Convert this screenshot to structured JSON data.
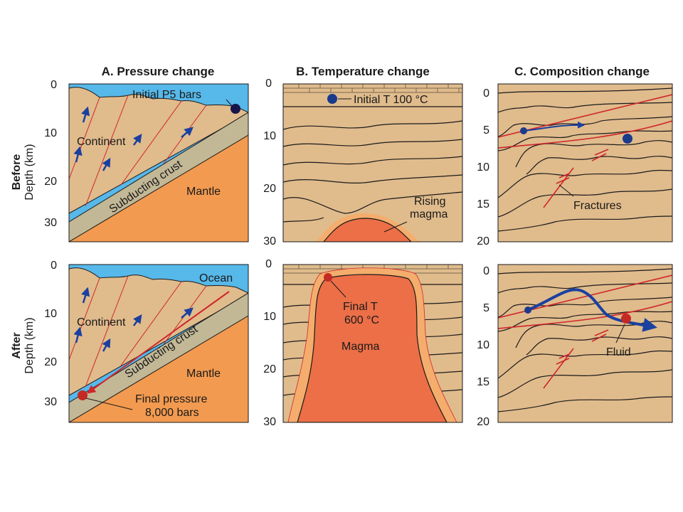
{
  "panels": {
    "a": {
      "title": "A. Pressure change"
    },
    "b": {
      "title": "B. Temperature change"
    },
    "c": {
      "title": "C. Composition change"
    }
  },
  "rows": {
    "before": {
      "label": "Before"
    },
    "after": {
      "label": "After"
    },
    "depth_label": "Depth (km)"
  },
  "ticks": {
    "ab": [
      "0",
      "10",
      "20",
      "30"
    ],
    "c": [
      "0",
      "5",
      "10",
      "15",
      "20"
    ]
  },
  "labels": {
    "initial_p": "Initial P5 bars",
    "continent": "Continent",
    "subducting_crust": "Subducting crust",
    "mantle": "Mantle",
    "ocean": "Ocean",
    "final_pressure_1": "Final pressure",
    "final_pressure_2": "8,000 bars",
    "initial_t": "Initial T 100 °C",
    "rising_magma_1": "Rising",
    "rising_magma_2": "magma",
    "final_t_1": "Final T",
    "final_t_2": "600 °C",
    "magma": "Magma",
    "fractures": "Fractures",
    "fluid": "Fluid"
  },
  "colors": {
    "rock": "#e0bb8c",
    "ocean": "#57b8ea",
    "mantle": "#f29a50",
    "crust": "#c3b896",
    "magma": "#ec6f47",
    "halo": "#f4ad6c",
    "fault": "#d0262b",
    "arrow_blue": "#1a40a0",
    "dot_red": "#c32a25",
    "dot_blue": "#1a3a8c",
    "dot_navy": "#15154a",
    "layer_line": "#1a1a1a"
  }
}
